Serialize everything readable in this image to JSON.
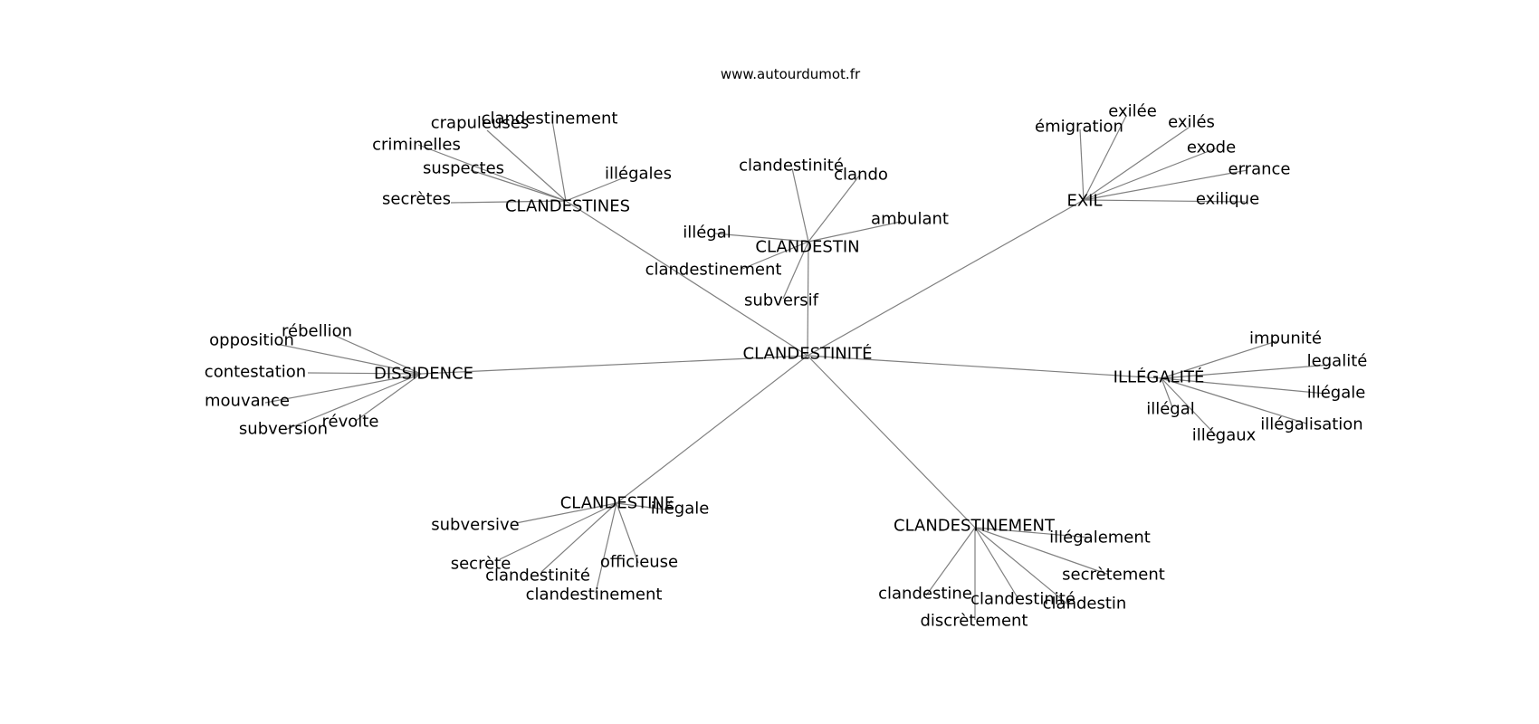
{
  "source": "www.autourdumot.fr",
  "diagram": {
    "center": "CLANDESTINITÉ",
    "groups": [
      {
        "hub": "CLANDESTINES",
        "words": [
          "crapuleuses",
          "clandestinement",
          "criminelles",
          "suspectes",
          "illégales",
          "secrètes"
        ]
      },
      {
        "hub": "CLANDESTIN",
        "words": [
          "clandestinité",
          "clando",
          "ambulant",
          "illégal",
          "clandestinement",
          "subversif"
        ]
      },
      {
        "hub": "EXIL",
        "words": [
          "émigration",
          "exilée",
          "exilés",
          "exode",
          "errance",
          "exilique"
        ]
      },
      {
        "hub": "DISSIDENCE",
        "words": [
          "rébellion",
          "opposition",
          "contestation",
          "mouvance",
          "subversion",
          "révolte"
        ]
      },
      {
        "hub": "ILLÉGALITÉ",
        "words": [
          "impunité",
          "legalité",
          "illégale",
          "illégalisation",
          "illégal",
          "illégaux"
        ]
      },
      {
        "hub": "CLANDESTINE",
        "words": [
          "illégale",
          "subversive",
          "secrète",
          "clandestinité",
          "clandestinement",
          "officieuse"
        ]
      },
      {
        "hub": "CLANDESTINEMENT",
        "words": [
          "illégalement",
          "secrètement",
          "clandestine",
          "clandestinité",
          "clandestin",
          "discrètement"
        ]
      }
    ]
  }
}
